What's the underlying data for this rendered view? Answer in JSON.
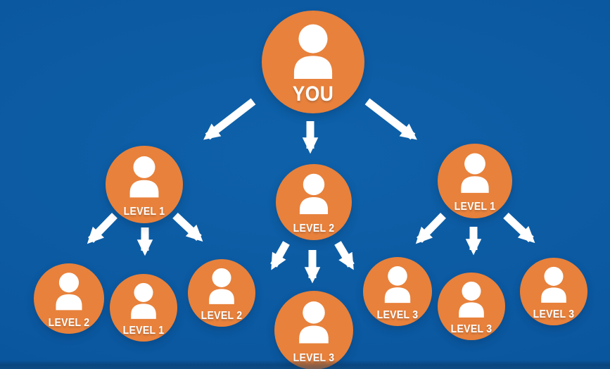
{
  "diagram": {
    "type": "referral-pyramid-org-chart",
    "nodes": [
      {
        "id": "you",
        "label": "YOU"
      },
      {
        "id": "level1-left",
        "label": "LEVEL 1"
      },
      {
        "id": "level2-center",
        "label": "LEVEL 2"
      },
      {
        "id": "level1-right",
        "label": "LEVEL 1"
      },
      {
        "id": "bottom-1",
        "label": "LEVEL 2"
      },
      {
        "id": "bottom-2",
        "label": "LEVEL 1"
      },
      {
        "id": "bottom-3",
        "label": "LEVEL 2"
      },
      {
        "id": "bottom-4",
        "label": "LEVEL 3"
      },
      {
        "id": "bottom-5",
        "label": "LEVEL 3"
      },
      {
        "id": "bottom-6",
        "label": "LEVEL 3"
      },
      {
        "id": "bottom-7",
        "label": "LEVEL 3"
      }
    ],
    "edges": [
      {
        "from": "you",
        "to": "level1-left"
      },
      {
        "from": "you",
        "to": "level2-center"
      },
      {
        "from": "you",
        "to": "level1-right"
      },
      {
        "from": "level1-left",
        "to": "bottom-1"
      },
      {
        "from": "level1-left",
        "to": "bottom-2"
      },
      {
        "from": "level1-left",
        "to": "bottom-3"
      },
      {
        "from": "level2-center",
        "to": "bottom-3"
      },
      {
        "from": "level2-center",
        "to": "bottom-4"
      },
      {
        "from": "level2-center",
        "to": "bottom-5"
      },
      {
        "from": "level1-right",
        "to": "bottom-5"
      },
      {
        "from": "level1-right",
        "to": "bottom-6"
      },
      {
        "from": "level1-right",
        "to": "bottom-7"
      }
    ]
  },
  "colors": {
    "background": "#0b58a0",
    "background-light": "#0e61a9",
    "background-dark": "#09519a",
    "node-fill": "#e8813b",
    "icon": "#ffffff",
    "label": "#ffffff",
    "arrow": "#ffffff"
  }
}
